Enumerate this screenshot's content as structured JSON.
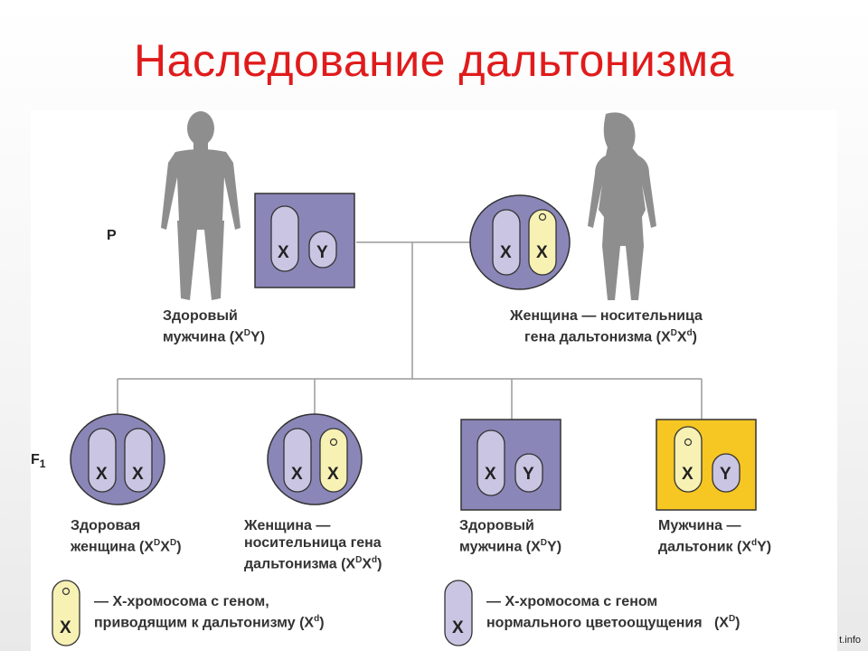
{
  "title": "Наследование дальтонизма",
  "generations": {
    "p": "P",
    "f1_main": "F",
    "f1_sub": "1"
  },
  "chromosome_letters": {
    "x": "X",
    "y": "Y"
  },
  "colors": {
    "title": "#e01b1b",
    "cell_fill": "#8a86b8",
    "cell_fill_colorblind": "#f6c623",
    "chrom_normal": "#c9c5e2",
    "chrom_carrier": "#f7f1b4",
    "silhouette": "#8e8e8e"
  },
  "parents": {
    "father": {
      "line1": "Здоровый",
      "line2_pre": "мужчина (X",
      "sup1": "D",
      "line2_post": "Y)"
    },
    "mother": {
      "line1": "Женщина — носительница",
      "line2_pre": "гена дальтонизма (X",
      "sup1": "D",
      "line2_mid": "X",
      "sup2": "d",
      "line2_post": ")"
    }
  },
  "children": [
    {
      "line1": "Здоровая",
      "line2_pre": "женщина (X",
      "sup1": "D",
      "line2_mid": "X",
      "sup2": "D",
      "line2_post": ")"
    },
    {
      "line1": "Женщина —",
      "line2": "носительница гена",
      "line3_pre": "дальтонизма (X",
      "sup1": "D",
      "line3_mid": "X",
      "sup2": "d",
      "line3_post": ")"
    },
    {
      "line1": "Здоровый",
      "line2_pre": "мужчина (X",
      "sup1": "D",
      "line2_post": "Y)"
    },
    {
      "line1": "Мужчина —",
      "line2_pre": "дальтоник (X",
      "sup1": "d",
      "line2_post": "Y)"
    }
  ],
  "legend": {
    "carrier_line1": "— X-хромосома с геном,",
    "carrier_line2_pre": "приводящим к дальтонизму (X",
    "carrier_sup": "d",
    "carrier_line2_post": ")",
    "normal_line1": "— X-хромосома с геном",
    "normal_line2": "нормального цветоощущения",
    "normal_formula_pre": "(X",
    "normal_sup": "D",
    "normal_formula_post": ")"
  },
  "watermark": "t.info"
}
